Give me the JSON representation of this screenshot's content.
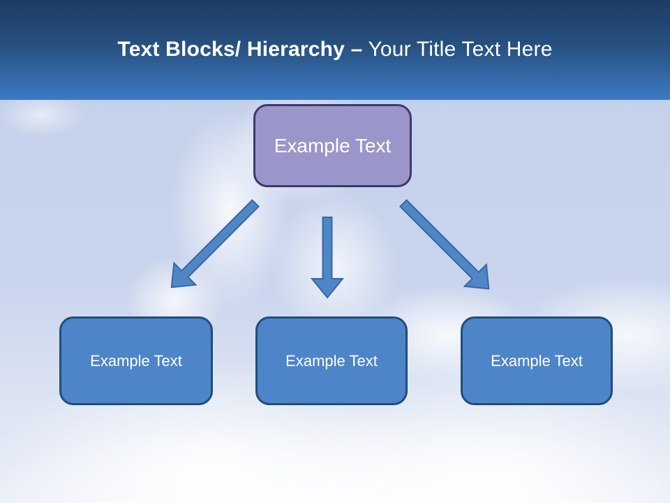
{
  "slide": {
    "header": {
      "title_bold": "Text Blocks/ Hierarchy –",
      "title_regular": " Your Title Text Here"
    },
    "diagram": {
      "root": {
        "label": "Example Text"
      },
      "children": [
        {
          "label": "Example Text"
        },
        {
          "label": "Example Text"
        },
        {
          "label": "Example Text"
        }
      ],
      "arrows": [
        "down-left",
        "down",
        "down-right"
      ]
    },
    "colors": {
      "header_gradient_top": "#1d3c64",
      "header_gradient_bottom": "#3d79c4",
      "root_fill": "#9b96c9",
      "root_border": "#3c3a6c",
      "child_fill": "#4e85c9",
      "child_border": "#1f4e79",
      "arrow_fill": "#4e86c6",
      "arrow_border": "#3a67a3",
      "sky": "#c6d2ec"
    }
  }
}
